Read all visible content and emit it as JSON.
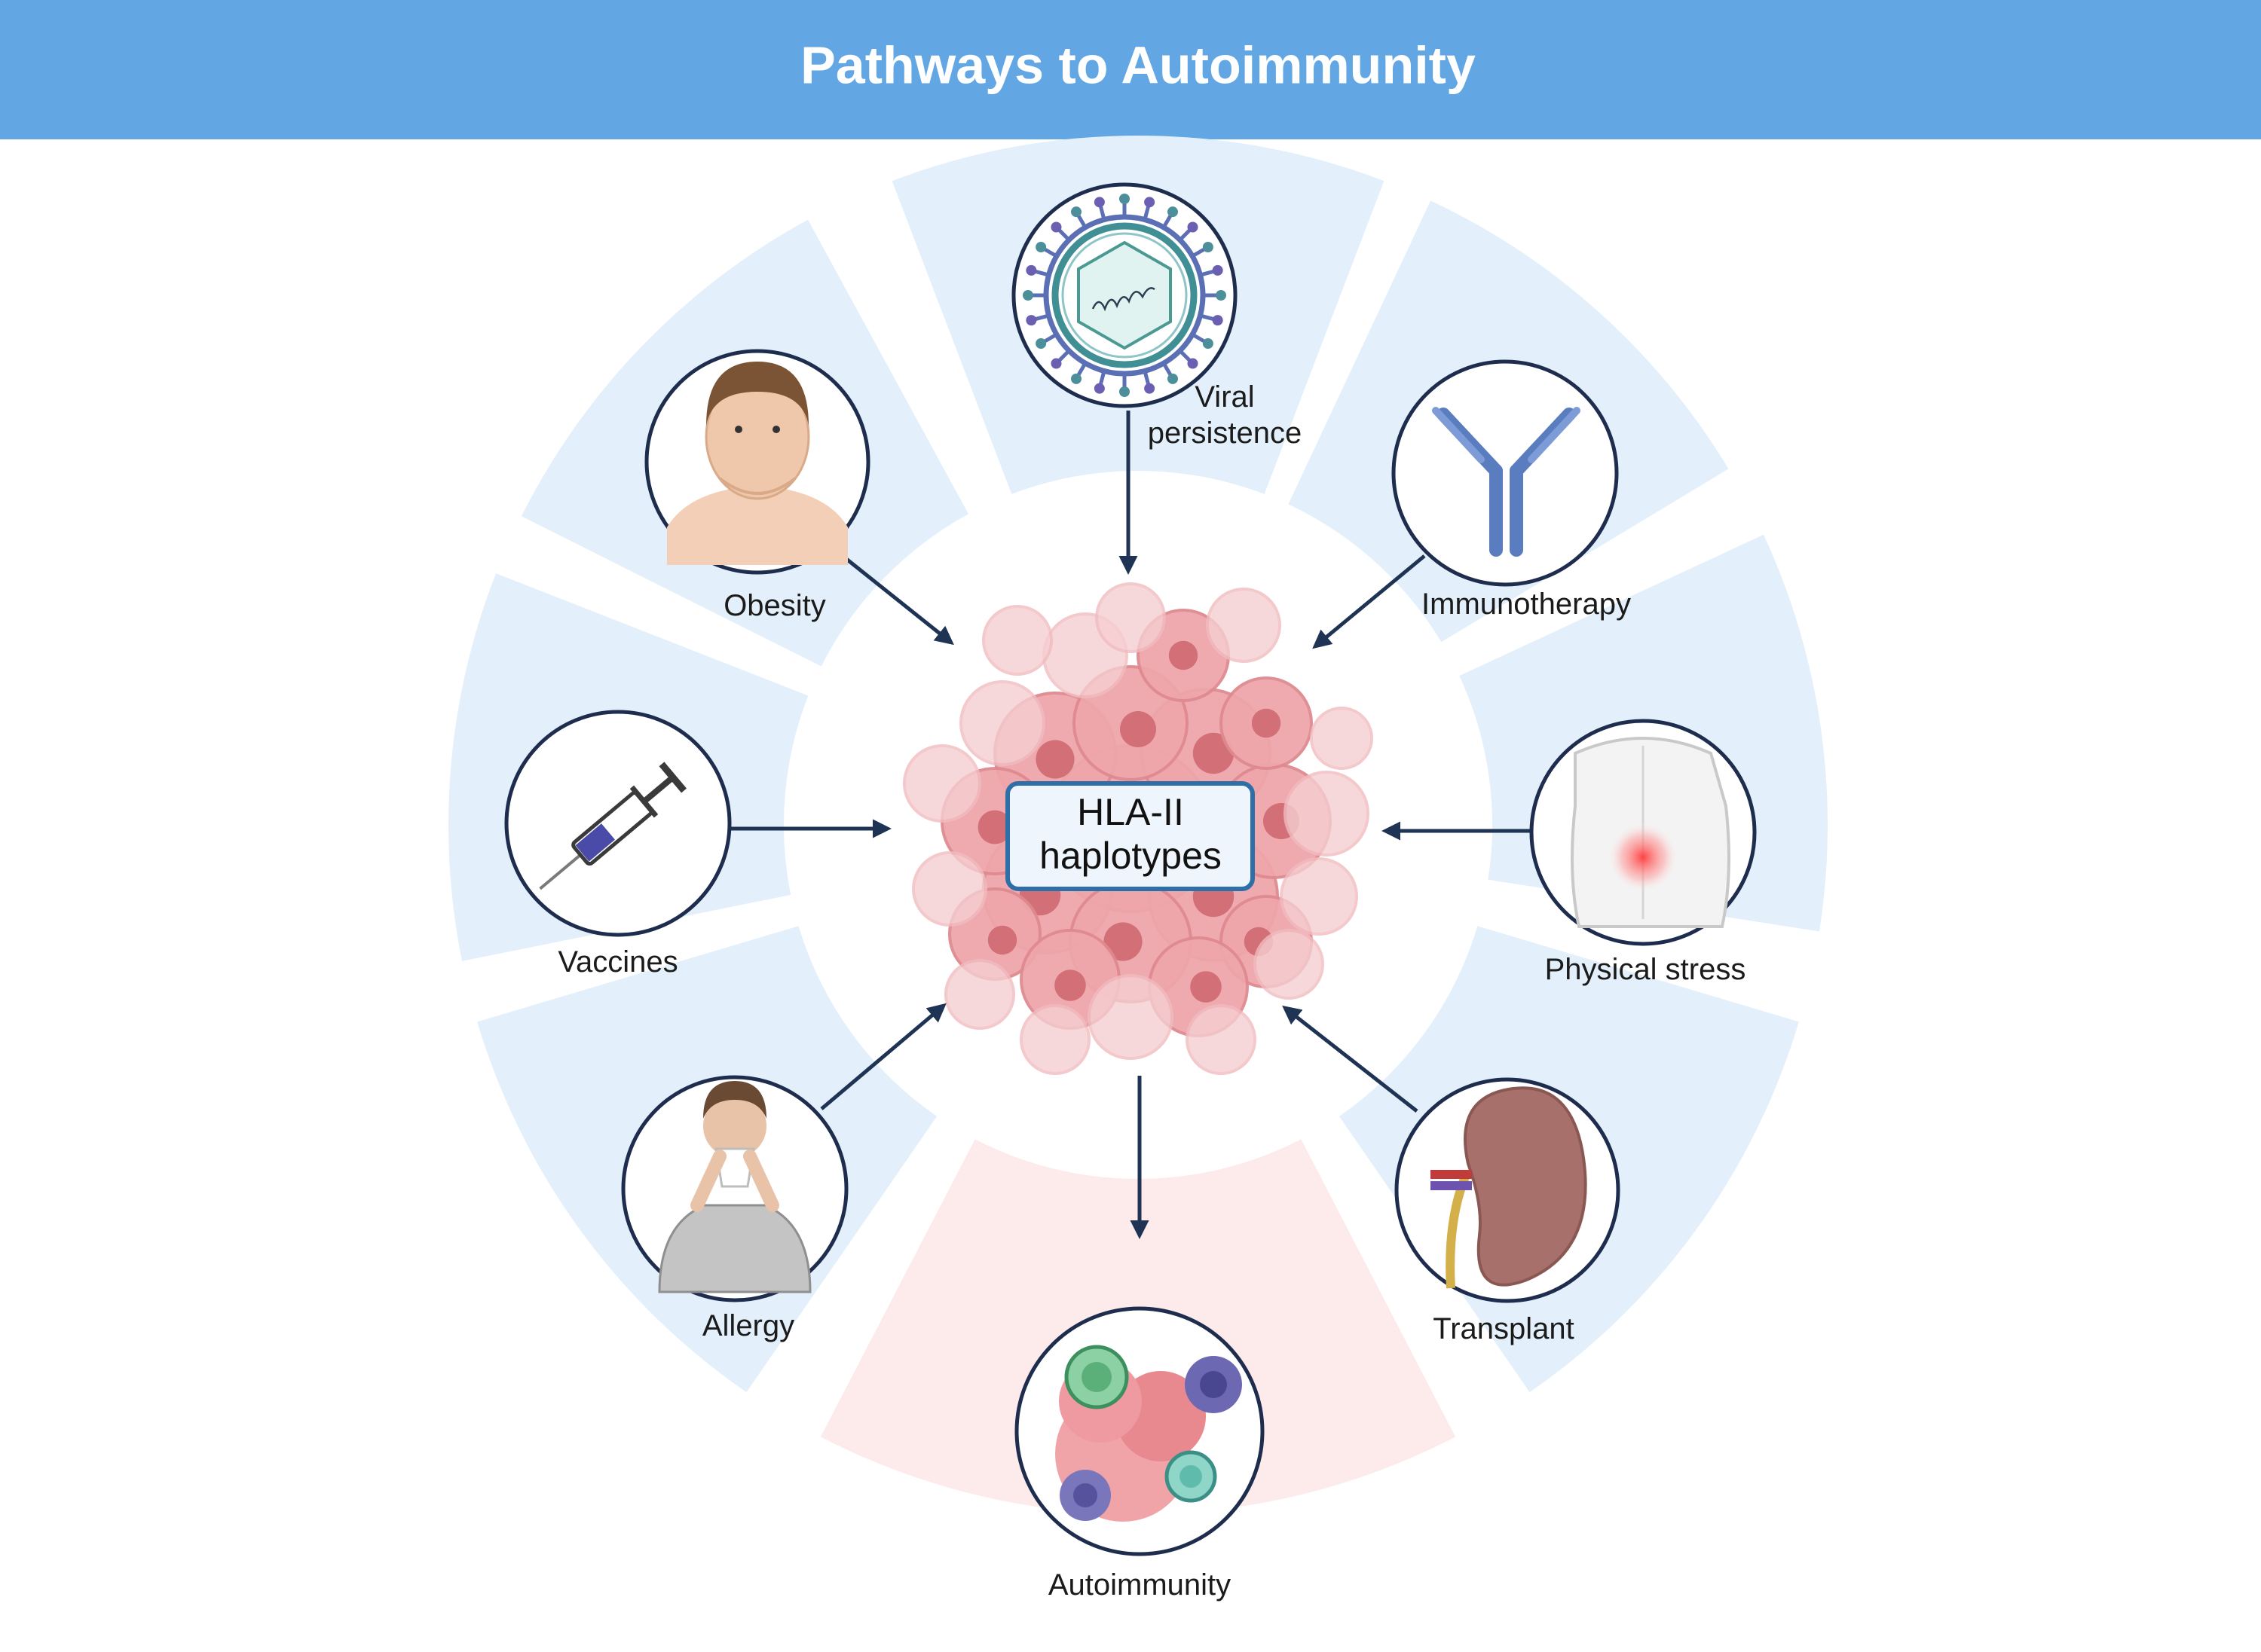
{
  "header": {
    "title": "Pathways to Autoimmunity"
  },
  "center": {
    "line1": "HLA-II",
    "line2": "haplotypes"
  },
  "factors": {
    "viral": {
      "line1": "Viral",
      "line2": "persistence",
      "icon": "virus-icon"
    },
    "immunotherapy": {
      "label": "Immunotherapy",
      "icon": "antibody-icon"
    },
    "physical": {
      "label": "Physical stress",
      "icon": "back-pain-icon"
    },
    "transplant": {
      "label": "Transplant",
      "icon": "kidney-icon"
    },
    "allergy": {
      "label": "Allergy",
      "icon": "sneezing-person-icon"
    },
    "vaccines": {
      "label": "Vaccines",
      "icon": "syringe-icon"
    },
    "obesity": {
      "label": "Obesity",
      "icon": "obese-man-icon"
    }
  },
  "outcome": {
    "label": "Autoimmunity",
    "icon": "immune-cells-icon"
  },
  "colors": {
    "header_bg": "#62a6e4",
    "segment_blue": "#e3f0fb",
    "segment_pink": "#fdeaea",
    "outline": "#1e2d4d",
    "arrow": "#1f3354",
    "center_box_border": "#2f6fa8",
    "cell_pink": "#e88f94"
  }
}
